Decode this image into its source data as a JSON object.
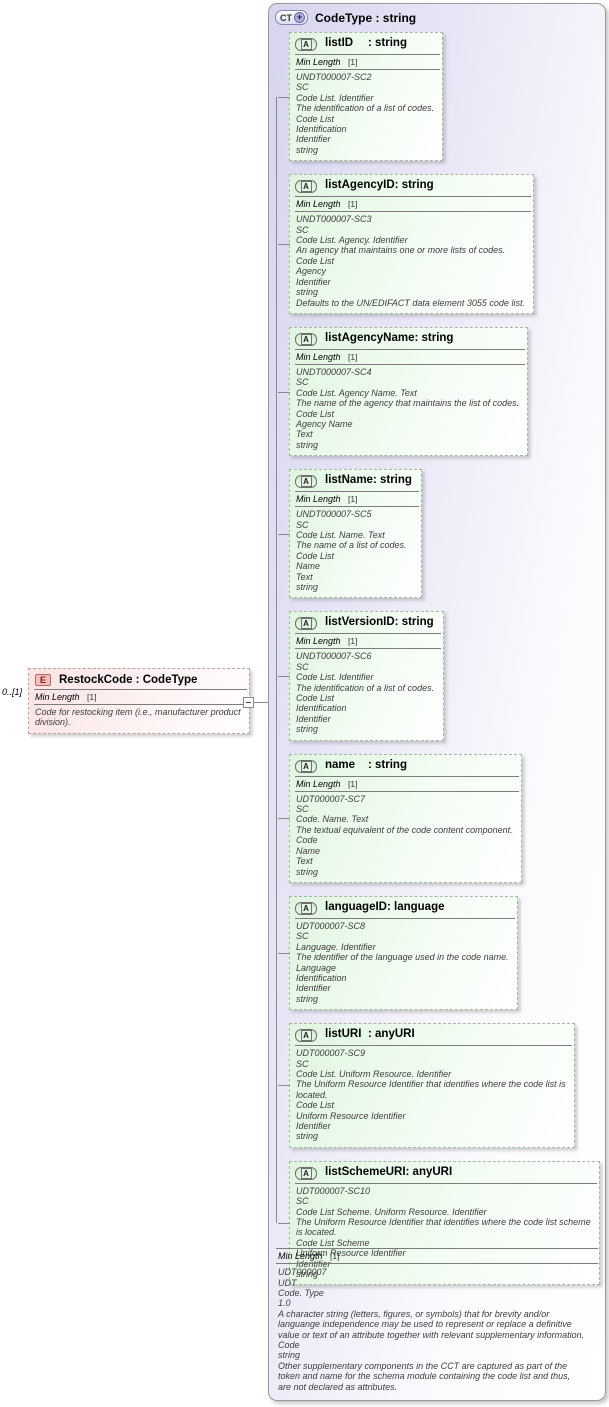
{
  "element": {
    "icon_letter": "E",
    "title_label": "RestockCode : CodeType",
    "cardinality": "0..[1]",
    "facet": {
      "name": "Min Length",
      "value": "[1]"
    },
    "doc_lines": [
      "Code for restocking item (i.e., manufacturer product",
      "division)."
    ]
  },
  "code_type": {
    "icon_text": "CT",
    "icon_plus": "+",
    "title_label": "CodeType : string",
    "attr_icon": "A",
    "attributes": [
      {
        "name": "listID",
        "type_label": ": string",
        "facets": [
          {
            "name": "Min Length",
            "value": "[1]"
          }
        ],
        "doc_lines": [
          "UNDT000007-SC2",
          "SC",
          "Code List. Identifier",
          "The identification of a list of codes.",
          "Code List",
          "Identification",
          "Identifier",
          "string"
        ]
      },
      {
        "name": "listAgencyID",
        "type_label": ": string",
        "facets": [
          {
            "name": "Min Length",
            "value": "[1]"
          }
        ],
        "doc_lines": [
          "UNDT000007-SC3",
          "SC",
          "Code List. Agency. Identifier",
          "An agency that maintains one or more lists of codes.",
          "Code List",
          "Agency",
          "Identifier",
          "string",
          "Defaults to the UN/EDIFACT data element 3055 code list."
        ]
      },
      {
        "name": "listAgencyName",
        "type_label": ": string",
        "facets": [
          {
            "name": "Min Length",
            "value": "[1]"
          }
        ],
        "doc_lines": [
          "UNDT000007-SC4",
          "SC",
          "Code List. Agency Name. Text",
          "The name of the agency that maintains the list of codes.",
          "Code List",
          "Agency Name",
          "Text",
          "string"
        ]
      },
      {
        "name": "listName",
        "type_label": ": string",
        "facets": [
          {
            "name": "Min Length",
            "value": "[1]"
          }
        ],
        "doc_lines": [
          "UNDT000007-SC5",
          "SC",
          "Code List. Name. Text",
          "The name of a list of codes.",
          "Code List",
          "Name",
          "Text",
          "string"
        ]
      },
      {
        "name": "listVersionID",
        "type_label": ": string",
        "facets": [
          {
            "name": "Min Length",
            "value": "[1]"
          }
        ],
        "doc_lines": [
          "UNDT000007-SC6",
          "SC",
          "Code List. Identifier",
          "The identification of a list of codes.",
          "Code List",
          "Identification",
          "Identifier",
          "string"
        ]
      },
      {
        "name": "name",
        "type_label": ": string",
        "facets": [
          {
            "name": "Min Length",
            "value": "[1]"
          }
        ],
        "doc_lines": [
          "UDT000007-SC7",
          "SC",
          "Code. Name. Text",
          "The textual equivalent of the code content component.",
          "Code",
          "Name",
          "Text",
          "string"
        ]
      },
      {
        "name": "languageID",
        "type_label": ": language",
        "facets": [],
        "doc_lines": [
          "UDT000007-SC8",
          "SC",
          "Language. Identifier",
          "The identifier of the language used in the code name.",
          "Language",
          "Identification",
          "Identifier",
          "string"
        ]
      },
      {
        "name": "listURI",
        "type_label": ": anyURI",
        "facets": [],
        "doc_lines": [
          "UDT000007-SC9",
          "SC",
          "Code List. Uniform Resource. Identifier",
          "The Uniform Resource Identifier that identifies where the code list is",
          "located.",
          "Code List",
          "Uniform Resource Identifier",
          "Identifier",
          "string"
        ]
      },
      {
        "name": "listSchemeURI",
        "type_label": ": anyURI",
        "facets": [],
        "doc_lines": [
          "UDT000007-SC10",
          "SC",
          "Code List Scheme. Uniform Resource. Identifier",
          "The Uniform Resource Identifier that identifies where the code list scheme",
          "is located.",
          "Code List Scheme",
          "Uniform Resource Identifier",
          "Identifier",
          "string"
        ]
      }
    ],
    "facet": {
      "name": "Min Length",
      "value": "[1]"
    },
    "doc_lines": [
      "UDT000007",
      "UDT",
      "Code. Type",
      "1.0",
      "A character string (letters, figures, or symbols) that for brevity and/or",
      "languange independence may be used to represent or replace a definitive",
      "value or text of an attribute together with relevant supplementary information.",
      "Code",
      "string",
      "Other supplementary components in the CCT are captured as part of the",
      "token and name for the schema module containing the code list and thus,",
      "are not declared as attributes."
    ]
  }
}
